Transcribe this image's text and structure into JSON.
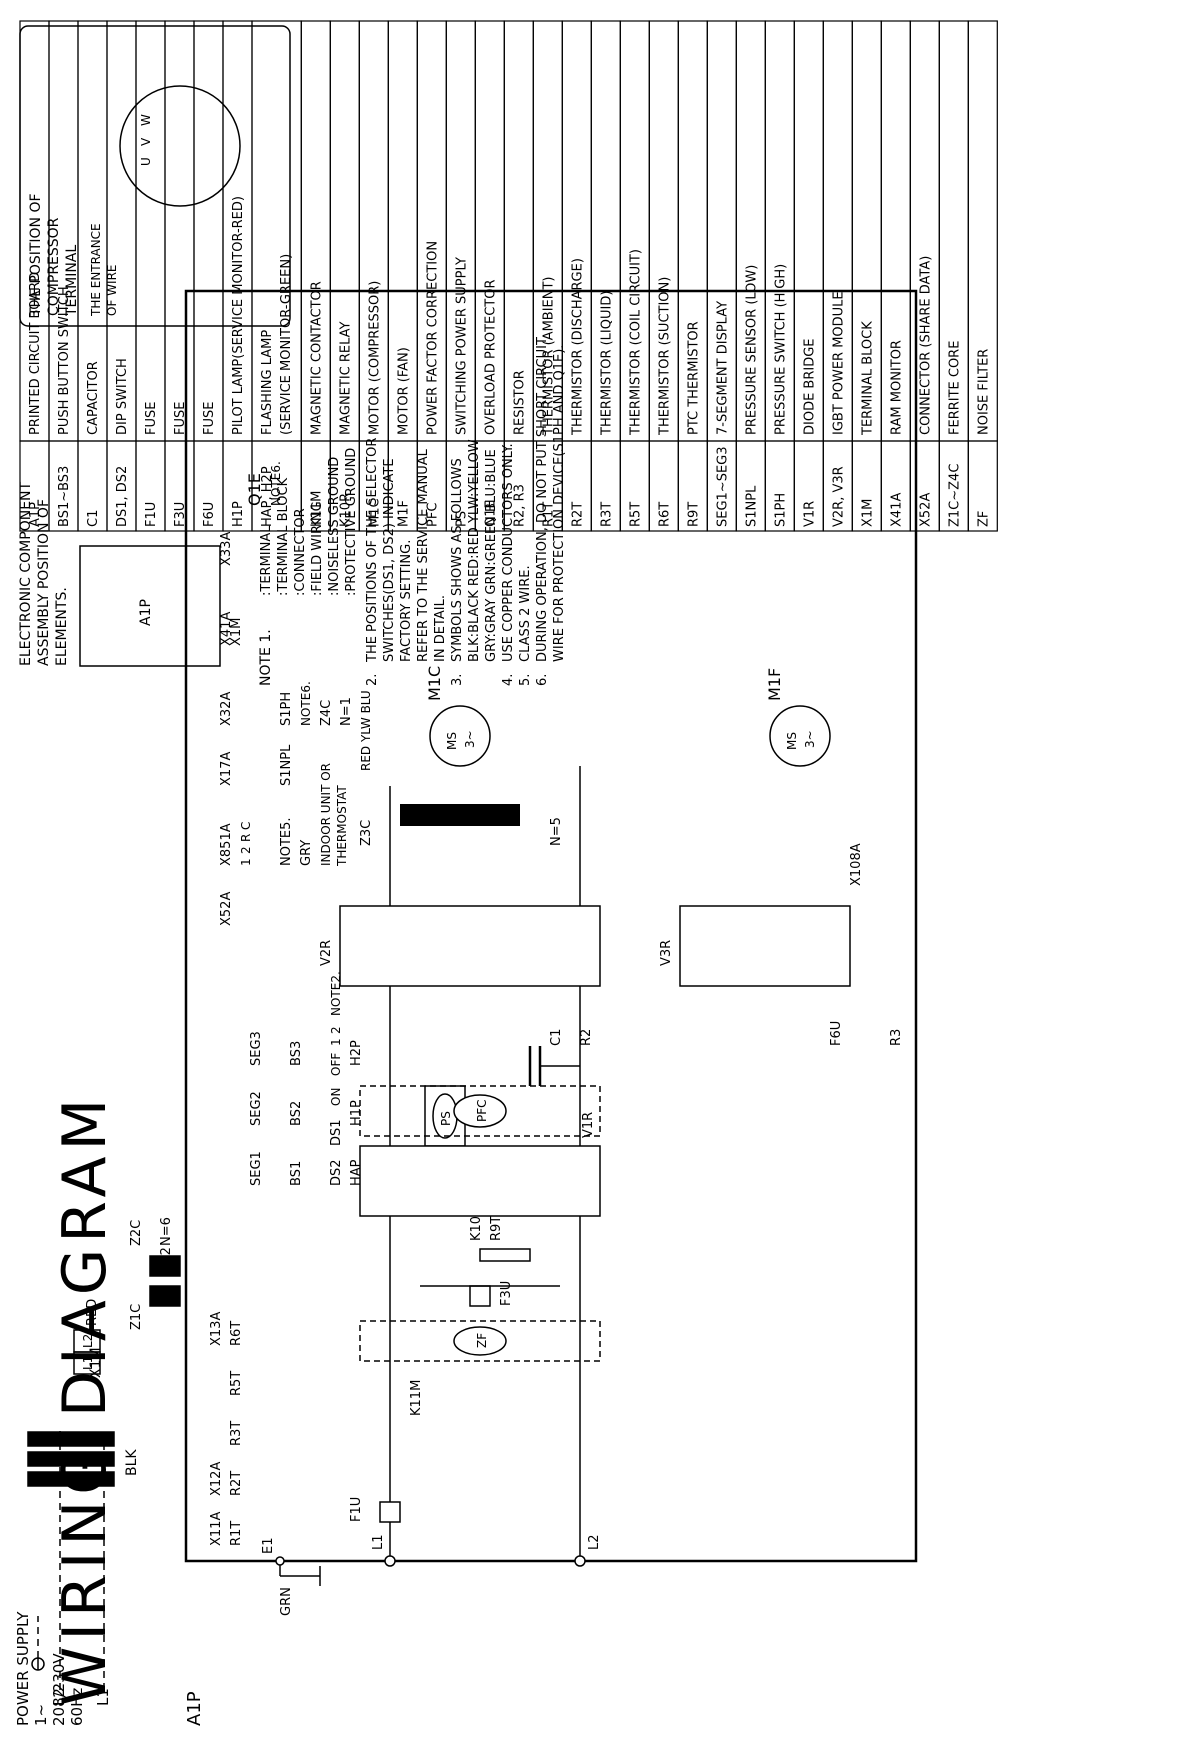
{
  "title": "WIRING DIAGRAM",
  "power_supply": {
    "label": "POWER SUPPLY",
    "phase": "1~",
    "voltage": "208/230V",
    "frequency": "60Hz"
  },
  "board_label": "A1P",
  "assembly_note": [
    "ELECTRONIC COMPONENT",
    "ASSEMBLY POSITION OF",
    "ELEMENTS."
  ],
  "assembly_labels": {
    "board": "A1P",
    "terminal": "X1M"
  },
  "legend": [
    {
      "code": "A1P",
      "desc": "PRINTED CIRCUIT BOARD"
    },
    {
      "code": "BS1~BS3",
      "desc": "PUSH BUTTON SWITCH"
    },
    {
      "code": "C1",
      "desc": "CAPACITOR"
    },
    {
      "code": "DS1, DS2",
      "desc": "DIP SWITCH"
    },
    {
      "code": "F1U",
      "desc": "FUSE"
    },
    {
      "code": "F3U",
      "desc": "FUSE"
    },
    {
      "code": "F6U",
      "desc": "FUSE"
    },
    {
      "code": "H1P",
      "desc": "PILOT LAMP(SERVICE MONITOR-RED)"
    },
    {
      "code": "HAP, H2P",
      "desc": "FLASHING LAMP",
      "desc2": "(SERVICE MONITOR-GREEN)"
    },
    {
      "code": "K11M",
      "desc": "MAGNETIC CONTACTOR"
    },
    {
      "code": "K10R",
      "desc": "MAGNETIC RELAY"
    },
    {
      "code": "M1C",
      "desc": "MOTOR (COMPRESSOR)"
    },
    {
      "code": "M1F",
      "desc": "MOTOR (FAN)"
    },
    {
      "code": "PFC",
      "desc": "POWER FACTOR CORRECTION"
    },
    {
      "code": "PS",
      "desc": "SWITCHING POWER SUPPLY"
    },
    {
      "code": "Q1E",
      "desc": "OVERLOAD PROTECTOR"
    },
    {
      "code": "R2, R3",
      "desc": "RESISTOR"
    },
    {
      "code": "R1T",
      "desc": "THERMISTOR (AMBIENT)"
    },
    {
      "code": "R2T",
      "desc": "THERMISTOR (DISCHARGE)"
    },
    {
      "code": "R3T",
      "desc": "THERMISTOR (LIQUID)"
    },
    {
      "code": "R5T",
      "desc": "THERMISTOR (COIL CIRCUIT)"
    },
    {
      "code": "R6T",
      "desc": "THERMISTOR (SUCTION)"
    },
    {
      "code": "R9T",
      "desc": "PTC THERMISTOR"
    },
    {
      "code": "SEG1~SEG3",
      "desc": "7-SEGMENT DISPLAY"
    },
    {
      "code": "S1NPL",
      "desc": "PRESSURE SENSOR (LOW)"
    },
    {
      "code": "S1PH",
      "desc": "PRESSURE SWITCH (HIGH)"
    },
    {
      "code": "V1R",
      "desc": "DIODE BRIDGE"
    },
    {
      "code": "V2R, V3R",
      "desc": "IGBT POWER MODULE"
    },
    {
      "code": "X1M",
      "desc": "TERMINAL BLOCK"
    },
    {
      "code": "X41A",
      "desc": "RAM MONITOR"
    },
    {
      "code": "X52A",
      "desc": "CONNECTOR (SHARE DATA)"
    },
    {
      "code": "Z1C~Z4C",
      "desc": "FERRITE CORE"
    },
    {
      "code": "ZF",
      "desc": "NOISE FILTER"
    }
  ],
  "notes": {
    "heading": "NOTE 1.",
    "symbols": [
      ":TERMINAL",
      ":TERMINAL BLOCK",
      ":CONNECTOR",
      ":FIELD WIRING",
      ":NOISELESS GROUND",
      ":PROTECTIVE GROUND"
    ],
    "items": [
      {
        "num": "2.",
        "lines": [
          "THE POSITIONS OF THE SELECTOR",
          "SWITCHES(DS1, DS2) INDICATE",
          "FACTORY SETTING.",
          "REFER TO THE SERVICE MANUAL",
          "IN DETAIL."
        ]
      },
      {
        "num": "3.",
        "lines": [
          "SYMBOLS SHOWS AS FOLLOWS",
          "BLK:BLACK RED:RED YLW:YELLOW",
          "GRY:GRAY GRN:GREEN BLU:BLUE"
        ]
      },
      {
        "num": "4.",
        "lines": [
          "USE COPPER CONDUCTORS ONLY."
        ]
      },
      {
        "num": "5.",
        "lines": [
          "CLASS 2 WIRE."
        ]
      },
      {
        "num": "6.",
        "lines": [
          "DURING OPERATION, DO NOT PUT SHORT CIRCUIT",
          "WIRE FOR PROTECTION DEVICE(S1PH AND Q1E)."
        ]
      }
    ]
  },
  "compressor_box": {
    "lines": [
      "THE POSITION OF",
      "COMPRESSOR",
      "TERMINAL"
    ],
    "entrance": [
      "THE ENTRANCE",
      "OF WIRE"
    ],
    "terminals": [
      "U",
      "V",
      "W"
    ]
  },
  "labels": {
    "l1": "L1",
    "l2": "L2",
    "blk": "BLK",
    "red": "RED",
    "grn": "GRN",
    "gry": "GRY",
    "x1m": "X1M",
    "z1c": "Z1C",
    "z2c": "Z2C",
    "z3c": "Z3C",
    "z4c": "Z4C",
    "n2": "N=2",
    "n6": "N=6",
    "n5": "N=5",
    "n1": "N=1",
    "e1": "E1",
    "f1u": "F1U",
    "f3u": "F3U",
    "f6u": "F6U",
    "zf": "ZF",
    "ps": "PS",
    "pfc": "PFC",
    "k10r": "K10R",
    "r9t": "R9T",
    "k11m": "K11M",
    "v1r": "V1R",
    "v2r": "V2R",
    "v3r": "V3R",
    "c1": "C1",
    "r2": "R2",
    "r3": "R3",
    "m1c": "M1C",
    "m1f": "M1F",
    "ms": "MS",
    "ms3": "3~",
    "u": "U",
    "v": "V",
    "w": "W",
    "m1c_colors": "RED YLW BLU",
    "x108a": "X108A",
    "x11a": "X11A",
    "x12a": "X12A",
    "x13a": "X13A",
    "r1t": "R1T",
    "r2t": "R2T",
    "r3t": "R3T",
    "r5t": "R5T",
    "r6t": "R6T",
    "seg1": "SEG1",
    "seg2": "SEG2",
    "seg3": "SEG3",
    "bs1": "BS1",
    "bs2": "BS2",
    "bs3": "BS3",
    "ds1": "DS1",
    "ds2": "DS2",
    "on": "ON",
    "off": "OFF",
    "one": "1",
    "two": "2",
    "note2": "NOTE2.",
    "hap": "HAP",
    "h1p": "H1P",
    "h2p": "H2P",
    "x52a": "X52A",
    "x851a": "X851A",
    "x17a": "X17A",
    "x32a": "X32A",
    "x41a": "X41A",
    "x33a": "X33A",
    "q1e": "Q1E",
    "note6": "NOTE6.",
    "note5": "NOTE5.",
    "s1npl": "S1NPL",
    "s1ph": "S1PH",
    "indoor": [
      "INDOOR UNIT OR",
      "THERMOSTAT"
    ],
    "t1": "1",
    "t2": "2",
    "tr": "R",
    "tc": "C"
  }
}
